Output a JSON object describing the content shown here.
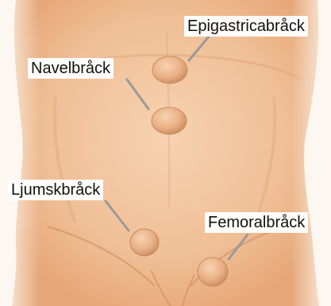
{
  "labels": {
    "epigastric": "Epigastricabråck",
    "umbilical": "Navelbråck",
    "inguinal": "Ljumskbråck",
    "femoral": "Femoralbråck"
  },
  "colors": {
    "background": "#fcf7f0",
    "skin": "#f2c29a",
    "skin_shadow": "#d99b6e",
    "hernia_bulge": "#e8ad80",
    "leader_line": "#9a9a9a",
    "label_text": "#111111"
  }
}
